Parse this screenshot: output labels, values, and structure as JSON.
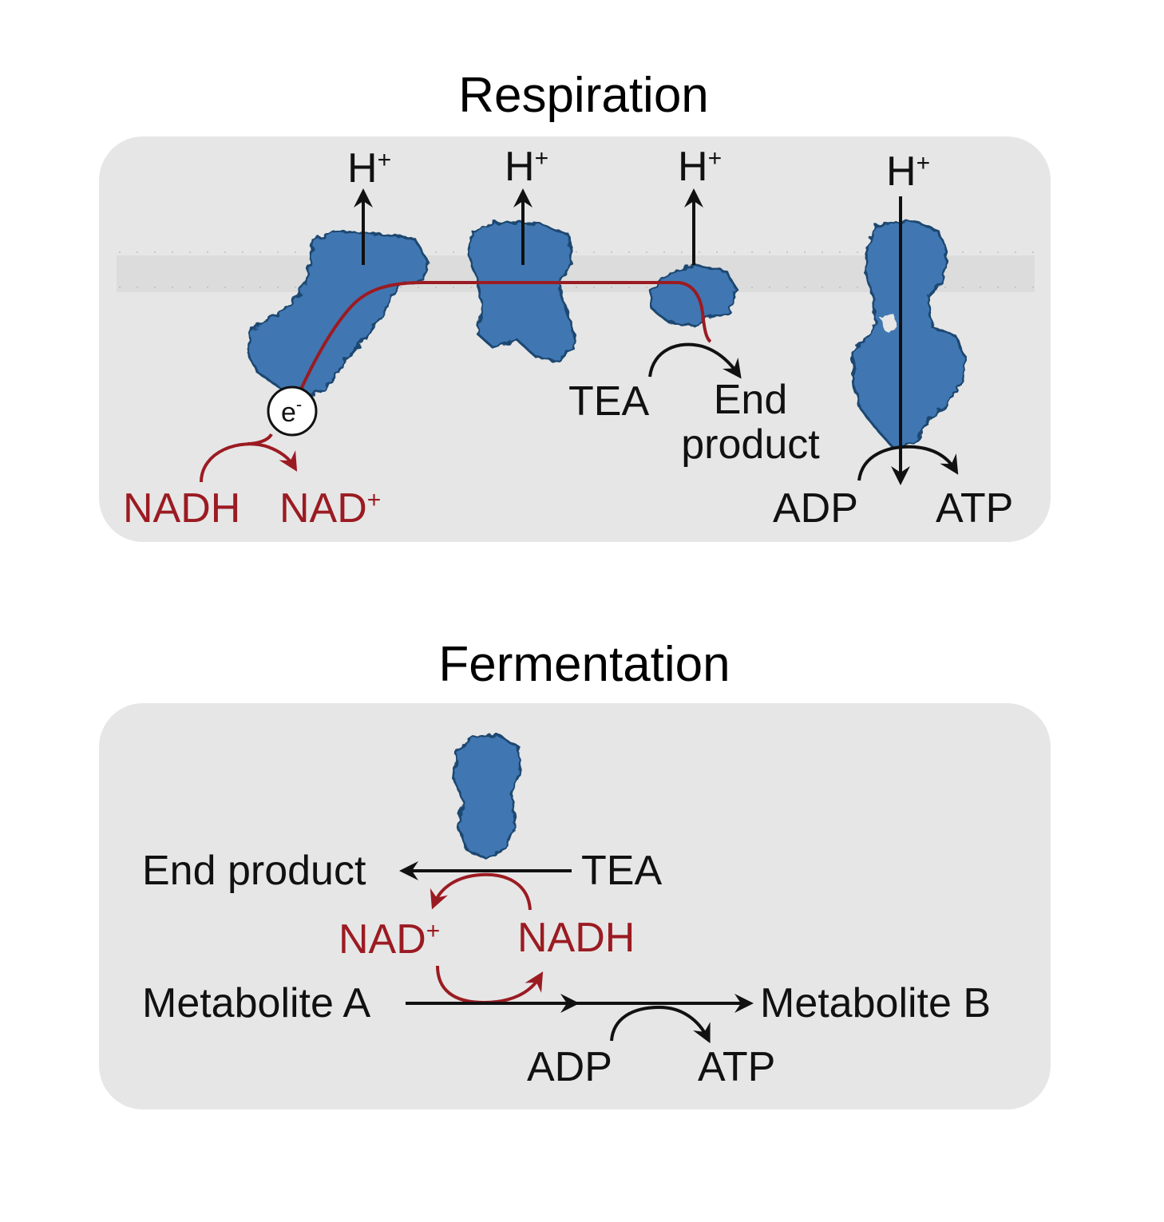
{
  "colors": {
    "panel": "#e6e6e6",
    "protein": "#3f77b2",
    "protein_dark": "#1d4770",
    "electron_path": "#9b1b22",
    "arrow": "#111111",
    "membrane": "#d9d9d9"
  },
  "respiration": {
    "title": "Respiration",
    "proton": "H",
    "proton_charge": "+",
    "electron": "e",
    "electron_charge": "-",
    "nadh": "NADH",
    "nad": "NAD",
    "nad_charge": "+",
    "tea": "TEA",
    "end_product_line1": "End",
    "end_product_line2": "product",
    "adp": "ADP",
    "atp": "ATP"
  },
  "fermentation": {
    "title": "Fermentation",
    "end_product": "End product",
    "tea": "TEA",
    "nad": "NAD",
    "nad_charge": "+",
    "nadh": "NADH",
    "metabolite_a": "Metabolite A",
    "metabolite_b": "Metabolite B",
    "adp": "ADP",
    "atp": "ATP"
  }
}
